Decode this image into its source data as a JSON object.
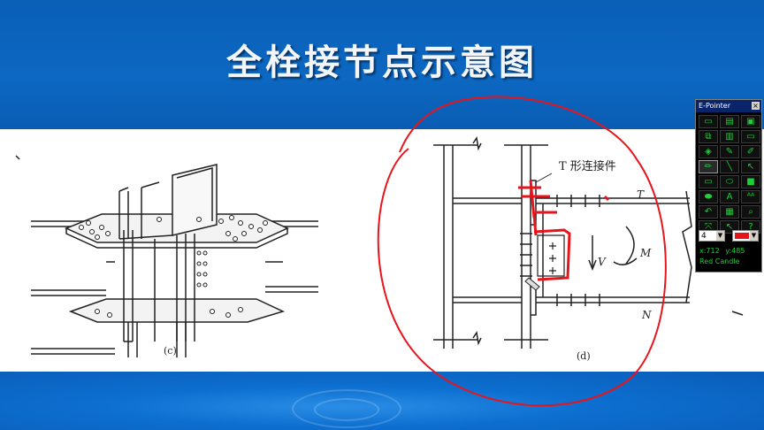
{
  "slide": {
    "title": "全栓接节点示意图",
    "caption_left": "(c)",
    "caption_right": "(d)",
    "label_t_connector": "T 形连接件",
    "label_T": "T",
    "label_V": "V",
    "label_M": "M",
    "label_N": "N"
  },
  "epointer": {
    "title": "E-Pointer",
    "close": "×",
    "tools": [
      {
        "name": "open-icon",
        "glyph": "▭"
      },
      {
        "name": "save-icon",
        "glyph": "▤"
      },
      {
        "name": "screen-icon",
        "glyph": "▣"
      },
      {
        "name": "copy-icon",
        "glyph": "⧉"
      },
      {
        "name": "paste-icon",
        "glyph": "▥"
      },
      {
        "name": "board-icon",
        "glyph": "▭"
      },
      {
        "name": "eraser-icon",
        "glyph": "◈"
      },
      {
        "name": "highlighter-icon",
        "glyph": "✎"
      },
      {
        "name": "color-pen-icon",
        "glyph": "✐"
      },
      {
        "name": "pen-icon",
        "glyph": "✏"
      },
      {
        "name": "line-icon",
        "glyph": "╲"
      },
      {
        "name": "arrow-icon",
        "glyph": "↖"
      },
      {
        "name": "rectangle-icon",
        "glyph": "▭"
      },
      {
        "name": "ellipse-icon",
        "glyph": "⬭"
      },
      {
        "name": "filled-rect-icon",
        "glyph": "■"
      },
      {
        "name": "filled-ellipse-icon",
        "glyph": "⬬"
      },
      {
        "name": "text-icon",
        "glyph": "A"
      },
      {
        "name": "text-style-icon",
        "glyph": "ᴬᴬ"
      },
      {
        "name": "undo-icon",
        "glyph": "↶"
      },
      {
        "name": "grid-icon",
        "glyph": "▦"
      },
      {
        "name": "zoom-icon",
        "glyph": "⌕"
      },
      {
        "name": "spotlight-icon",
        "glyph": "⤧"
      },
      {
        "name": "pointer-icon",
        "glyph": "↖"
      },
      {
        "name": "help-icon",
        "glyph": "?"
      }
    ],
    "width_value": "4",
    "pen_color": "#e8141c",
    "coord_x": "x:712",
    "coord_y": "y:485",
    "pen_name": "Red Candle"
  }
}
